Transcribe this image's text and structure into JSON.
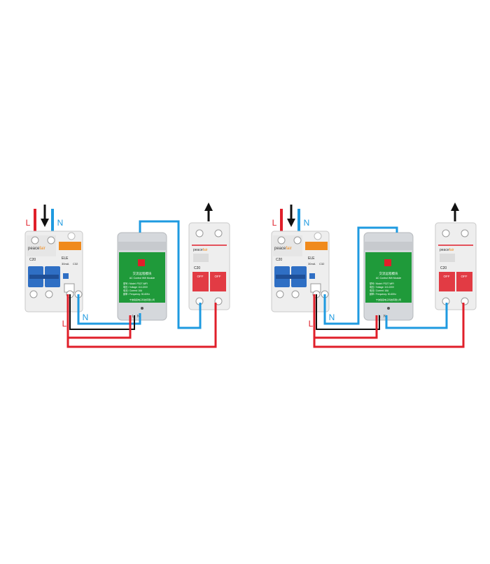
{
  "colors": {
    "live_wire": "#e01f2a",
    "neutral_wire": "#1e9ae0",
    "black_wire": "#111111",
    "module_green": "#1f9a3a",
    "module_body": "#d5d8dc",
    "breaker_body": "#eeeeee",
    "lever_blue": "#2f6fc4",
    "lever_red": "#e23b44",
    "brand_orange": "#f08a1c"
  },
  "brand": {
    "name_a": "peace",
    "name_b": "fair"
  },
  "panels": [
    {
      "labels": {
        "input_live": "L",
        "input_neutral": "N",
        "wire_live": "L",
        "wire_neutral": "N"
      },
      "rcbo": {
        "label_left": "C20",
        "label_right": "ELE",
        "label_rating": "30mA",
        "label_c": "C32"
      },
      "module": {
        "title": "交流远程模块",
        "subtitle": "AC Control Wifi Module",
        "spec_lines": [
          "型号 / Model: PD27-WiFi",
          "电压 / Voltage: 110-220V",
          "电流 / Current: 16A",
          "频率 / Frequency: 50-60Hz"
        ],
        "footer": "宁波锐思电子科技有限公司",
        "terminal_l": "L",
        "terminal_n": "N"
      },
      "breaker": {
        "model": "C20",
        "off_left": "OFF",
        "off_right": "OFF"
      }
    },
    {
      "labels": {
        "input_live": "L",
        "input_neutral": "N",
        "wire_live": "L",
        "wire_neutral": "N"
      },
      "rcbo": {
        "label_left": "C20",
        "label_right": "ELE",
        "label_rating": "30mA",
        "label_c": "C32"
      },
      "module": {
        "title": "交流远程模块",
        "subtitle": "AC Control Wifi Module",
        "spec_lines": [
          "型号 / Model: PD27-WiFi",
          "电压 / Voltage: 110-220V",
          "电流 / Current: 16A",
          "频率 / Frequency: 50-60Hz"
        ],
        "footer": "宁波锐思电子科技有限公司",
        "terminal_l": "L",
        "terminal_n": "N"
      },
      "breaker": {
        "model": "C20",
        "off_left": "OFF",
        "off_right": "OFF"
      }
    }
  ]
}
